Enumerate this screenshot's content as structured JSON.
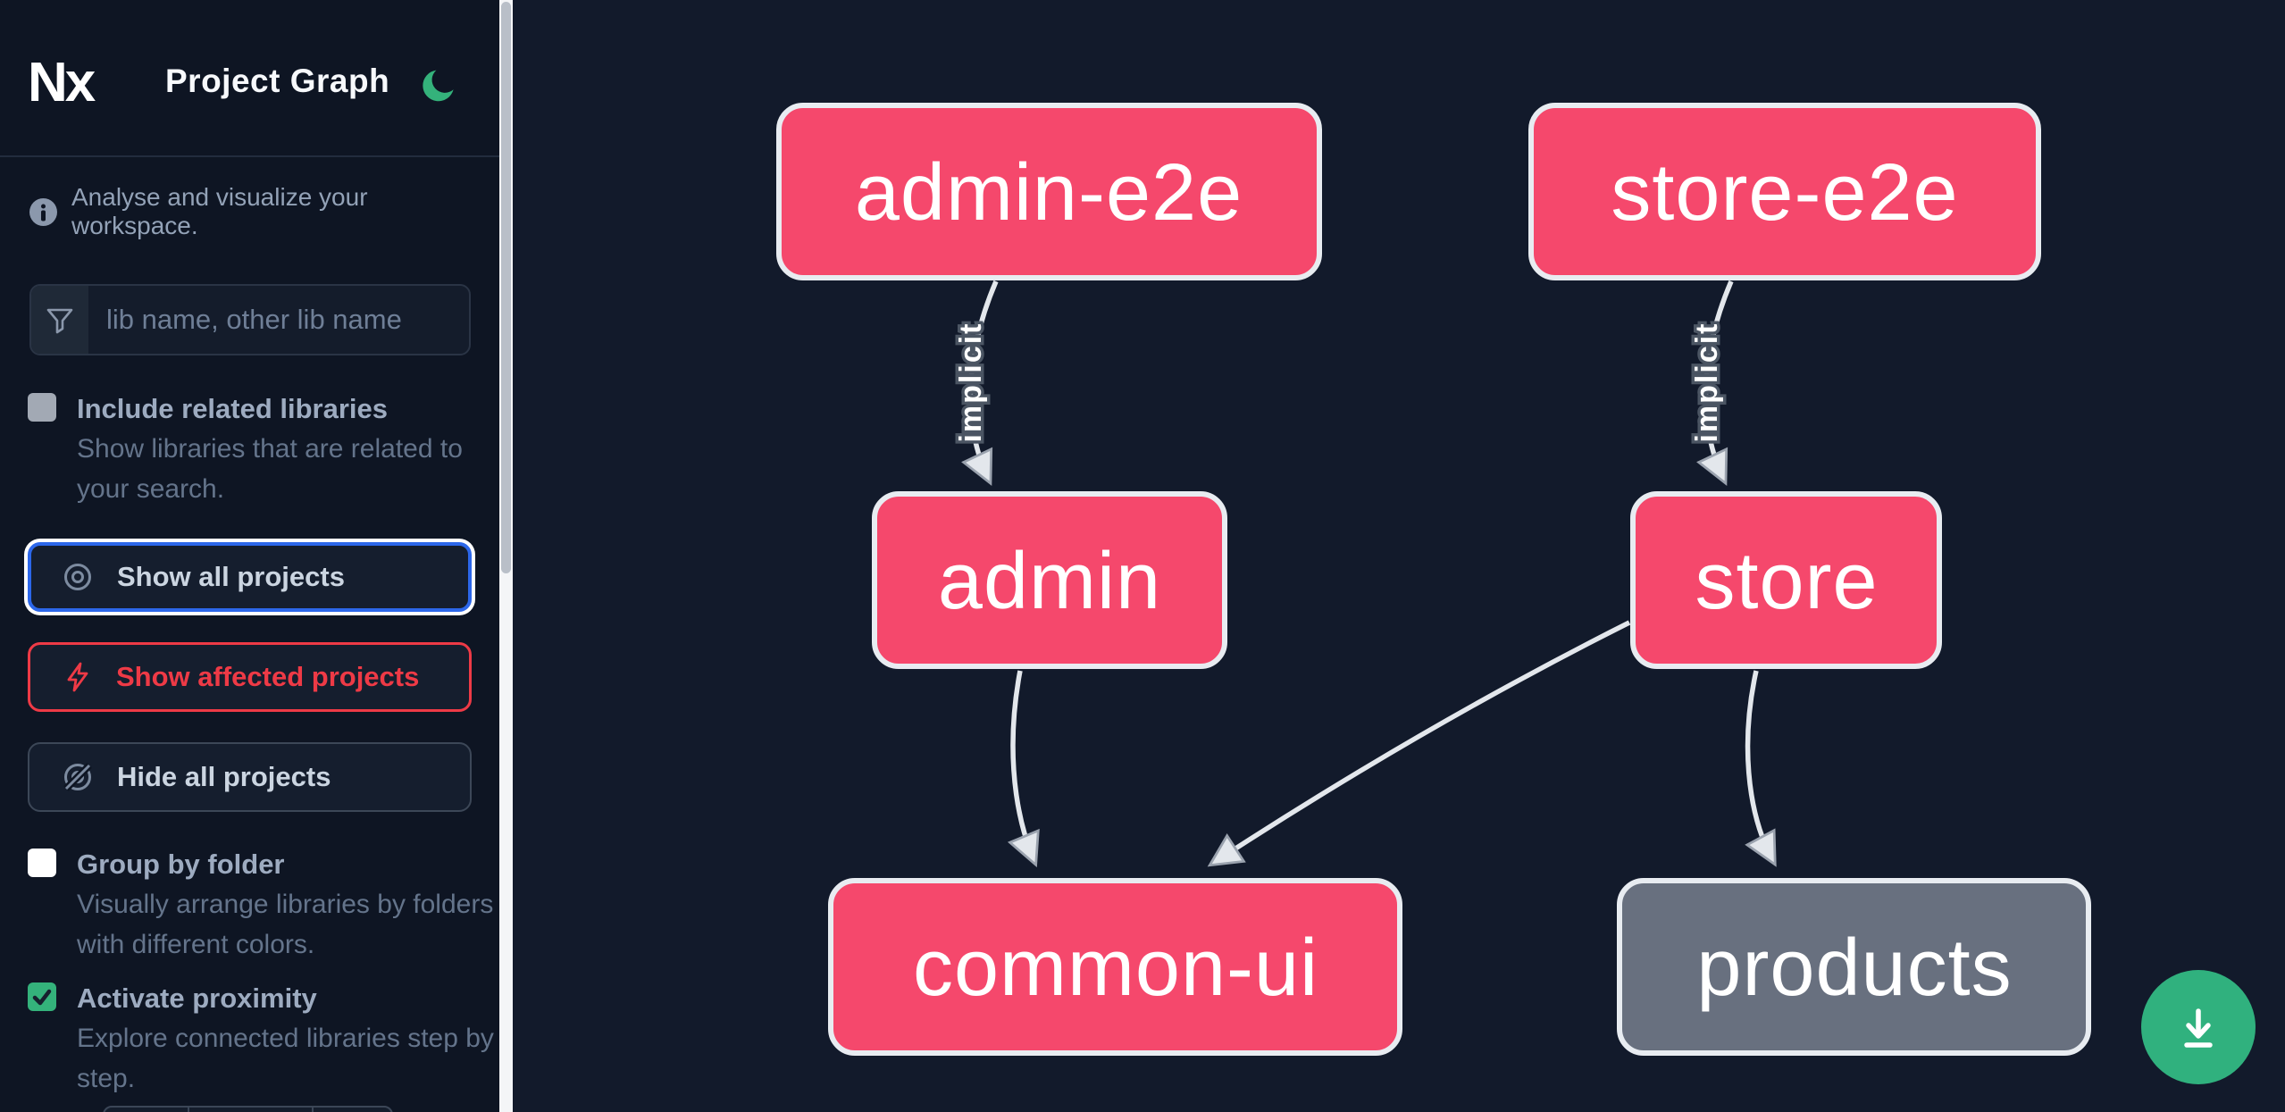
{
  "app": {
    "logo_text": "Nx",
    "title": "Project Graph",
    "theme_toggle_icon": "moon-icon",
    "accent_green": "#34b27b"
  },
  "sidebar": {
    "tagline": "Analyse and visualize your workspace.",
    "filter": {
      "placeholder": "lib name, other lib name",
      "icon": "funnel-icon"
    },
    "toggles": [
      {
        "label": "Include related libraries",
        "description": "Show libraries that are related to your search.",
        "checked": false,
        "disabled": true
      },
      {
        "label": "Group by folder",
        "description": "Visually arrange libraries by folders with different colors.",
        "checked": false,
        "disabled": false
      },
      {
        "label": "Activate proximity",
        "description": "Explore connected libraries step by step.",
        "checked": true,
        "disabled": false
      }
    ],
    "buttons": [
      {
        "label": "Show all projects",
        "icon": "eye-icon",
        "state": "focused"
      },
      {
        "label": "Show affected projects",
        "icon": "lightning-bolt-icon",
        "variant": "affected"
      },
      {
        "label": "Hide all projects",
        "icon": "eye-slash-icon",
        "variant": "default"
      }
    ]
  },
  "graph": {
    "nodes": [
      {
        "id": "admin-e2e",
        "color": "#f5486c"
      },
      {
        "id": "store-e2e",
        "color": "#f5486c"
      },
      {
        "id": "admin",
        "color": "#f5486c"
      },
      {
        "id": "store",
        "color": "#f5486c"
      },
      {
        "id": "common-ui",
        "color": "#f5486c"
      },
      {
        "id": "products",
        "color": "#68707f"
      }
    ],
    "edges": [
      {
        "from": "admin-e2e",
        "to": "admin",
        "label": "implicit"
      },
      {
        "from": "store-e2e",
        "to": "store",
        "label": "implicit"
      },
      {
        "from": "admin",
        "to": "common-ui",
        "label": ""
      },
      {
        "from": "store",
        "to": "common-ui",
        "label": ""
      },
      {
        "from": "store",
        "to": "products",
        "label": ""
      }
    ],
    "edge_color": "#e3e7ec",
    "node_border_color": "#e8ecf1"
  },
  "fab": {
    "icon": "download-icon",
    "color": "#30b17e"
  }
}
